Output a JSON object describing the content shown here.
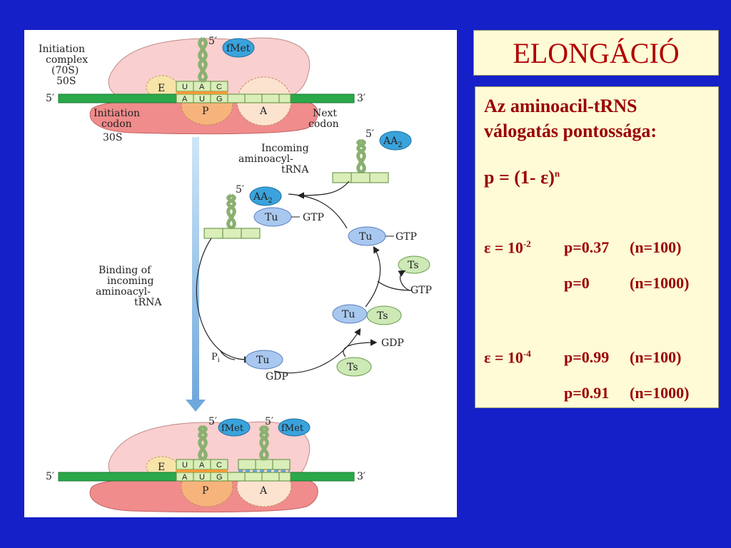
{
  "title": "ELONGÁCIÓ",
  "text_panel": {
    "heading_line1": "Az aminoacil-tRNS",
    "heading_line2": "válogatás pontossága:",
    "formula_prefix": "p = (1- ε)",
    "formula_exp": "n",
    "rows": [
      {
        "eps_prefix": "ε = 10",
        "eps_exp": "-2",
        "p": "p=0.37",
        "n": "(n=100)"
      },
      {
        "eps_prefix": "",
        "eps_exp": "",
        "p": "p=0",
        "n": "(n=1000)"
      },
      {
        "eps_prefix": "ε = 10",
        "eps_exp": "-4",
        "p": "p=0.99",
        "n": "(n=100)"
      },
      {
        "eps_prefix": "",
        "eps_exp": "",
        "p": "p=0.91",
        "n": "(n=1000)"
      }
    ]
  },
  "diagram": {
    "initiation_complex": "Initiation",
    "initiation_complex_2": "complex",
    "seventy_s": "(70S)",
    "fifty_s": "50S",
    "thirty_s": "30S",
    "initiation_codon": "Initiation",
    "initiation_codon_2": "codon",
    "next_codon": "Next",
    "next_codon_2": "codon",
    "five_prime": "5′",
    "three_prime": "3′",
    "fmet": "fMet",
    "site_e": "E",
    "site_p": "P",
    "site_a": "A",
    "anticodon": [
      "U",
      "A",
      "C"
    ],
    "codon": [
      "A",
      "U",
      "G"
    ],
    "incoming_1": "Incoming",
    "incoming_2": "aminoacyl-",
    "incoming_3": "tRNA",
    "aa2": "AA",
    "aa2_sub": "2",
    "tu": "Tu",
    "ts": "Ts",
    "gtp": "GTP",
    "gdp": "GDP",
    "pi": "P",
    "pi_sub": "i",
    "binding_1": "Binding of",
    "binding_2": "incoming",
    "binding_3": "aminoacyl-",
    "binding_4": "tRNA"
  }
}
